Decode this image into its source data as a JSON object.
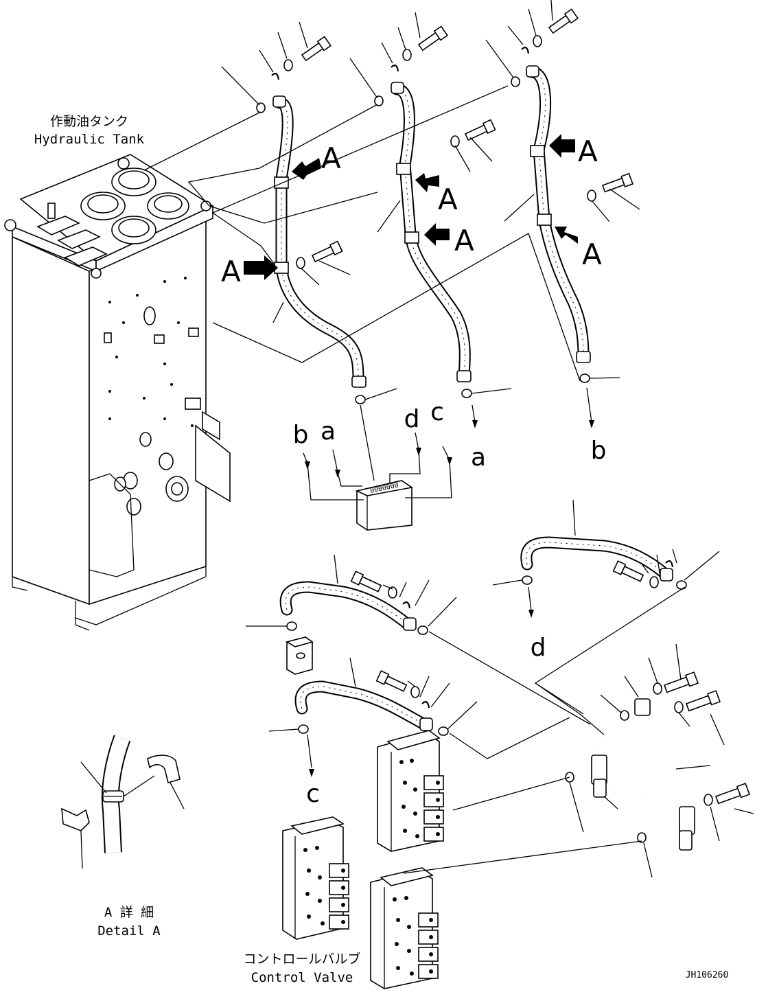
{
  "labels": {
    "hydraulic_tank_jp": "作動油タンク",
    "hydraulic_tank_en": "Hydraulic Tank",
    "detail_a_jp": "A 詳 細",
    "detail_a_en": "Detail A",
    "control_valve_jp": "コントロールバルブ",
    "control_valve_en": "Control Valve",
    "drawing_id": "JH106260"
  },
  "callouts": {
    "A": "A",
    "a": "a",
    "b": "b",
    "c": "c",
    "d": "d"
  }
}
